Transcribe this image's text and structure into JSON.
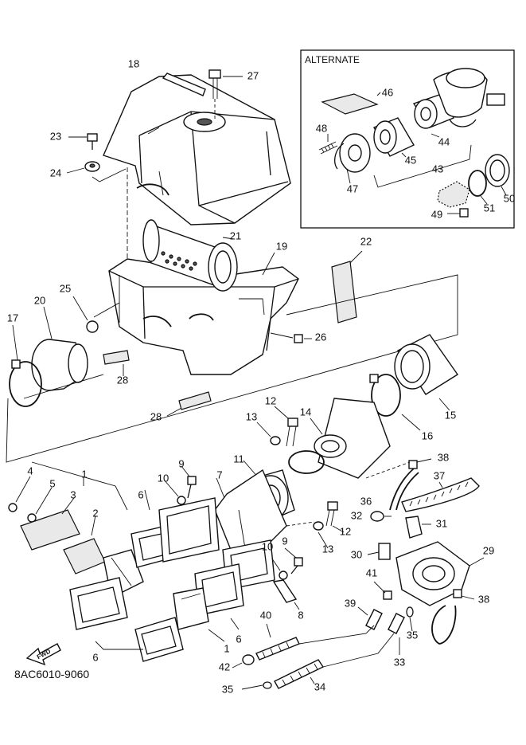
{
  "diagram": {
    "alternate_title": "ALTERNATE",
    "drawing_code": "8AC6010-9060",
    "fwd_label": "FWD",
    "callouts": [
      {
        "id": "c1",
        "text": "18"
      },
      {
        "id": "c2",
        "text": "27"
      },
      {
        "id": "c3",
        "text": "23"
      },
      {
        "id": "c4",
        "text": "24"
      },
      {
        "id": "c5",
        "text": "21"
      },
      {
        "id": "c6",
        "text": "19"
      },
      {
        "id": "c7",
        "text": "22"
      },
      {
        "id": "c8",
        "text": "25"
      },
      {
        "id": "c9",
        "text": "20"
      },
      {
        "id": "c10",
        "text": "17"
      },
      {
        "id": "c11",
        "text": "26"
      },
      {
        "id": "c12",
        "text": "28"
      },
      {
        "id": "c13",
        "text": "28"
      },
      {
        "id": "c14",
        "text": "15"
      },
      {
        "id": "c15",
        "text": "16"
      },
      {
        "id": "c16",
        "text": "12"
      },
      {
        "id": "c17",
        "text": "13"
      },
      {
        "id": "c18",
        "text": "14"
      },
      {
        "id": "c19",
        "text": "11"
      },
      {
        "id": "c20",
        "text": "38"
      },
      {
        "id": "c21",
        "text": "37"
      },
      {
        "id": "c22",
        "text": "36"
      },
      {
        "id": "c23",
        "text": "9"
      },
      {
        "id": "c24",
        "text": "10"
      },
      {
        "id": "c25",
        "text": "7"
      },
      {
        "id": "c26",
        "text": "4"
      },
      {
        "id": "c27",
        "text": "5"
      },
      {
        "id": "c28",
        "text": "3"
      },
      {
        "id": "c29",
        "text": "1"
      },
      {
        "id": "c30",
        "text": "6"
      },
      {
        "id": "c31",
        "text": "2"
      },
      {
        "id": "c32",
        "text": "32"
      },
      {
        "id": "c33",
        "text": "31"
      },
      {
        "id": "c34",
        "text": "12"
      },
      {
        "id": "c35",
        "text": "13"
      },
      {
        "id": "c36",
        "text": "9"
      },
      {
        "id": "c37",
        "text": "10"
      },
      {
        "id": "c38",
        "text": "30"
      },
      {
        "id": "c39",
        "text": "29"
      },
      {
        "id": "c40",
        "text": "41"
      },
      {
        "id": "c41",
        "text": "38"
      },
      {
        "id": "c42",
        "text": "8"
      },
      {
        "id": "c43",
        "text": "6"
      },
      {
        "id": "c44",
        "text": "39"
      },
      {
        "id": "c45",
        "text": "40"
      },
      {
        "id": "c46",
        "text": "35"
      },
      {
        "id": "c47",
        "text": "6"
      },
      {
        "id": "c48",
        "text": "1"
      },
      {
        "id": "c49",
        "text": "33"
      },
      {
        "id": "c50",
        "text": "42"
      },
      {
        "id": "c51",
        "text": "34"
      },
      {
        "id": "c52",
        "text": "35"
      },
      {
        "id": "c53",
        "text": "46"
      },
      {
        "id": "c54",
        "text": "48"
      },
      {
        "id": "c55",
        "text": "44"
      },
      {
        "id": "c56",
        "text": "45"
      },
      {
        "id": "c57",
        "text": "43"
      },
      {
        "id": "c58",
        "text": "47"
      },
      {
        "id": "c59",
        "text": "50"
      },
      {
        "id": "c60",
        "text": "51"
      },
      {
        "id": "c61",
        "text": "49"
      }
    ]
  }
}
